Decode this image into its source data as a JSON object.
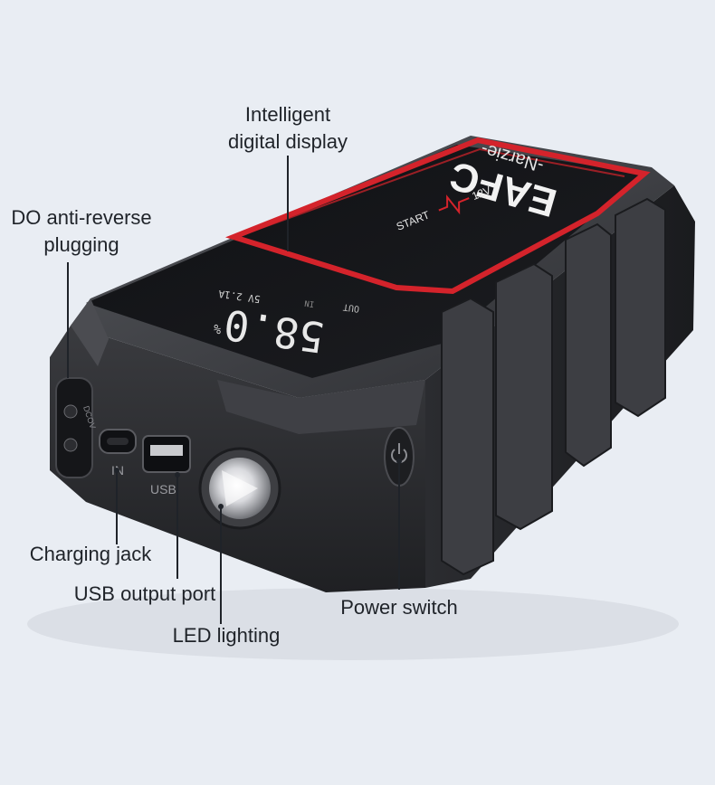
{
  "callouts": {
    "display": {
      "line1": "Intelligent",
      "line2": "digital display"
    },
    "do_port": {
      "line1": "DO anti-reverse",
      "line2": "plugging"
    },
    "charging": {
      "text": "Charging jack"
    },
    "usb": {
      "text": "USB output port"
    },
    "led": {
      "text": "LED lighting"
    },
    "power": {
      "text": "Power switch"
    }
  },
  "device": {
    "brand": "EAFC",
    "sub_brand": "-Narzie-",
    "lcd_value": "58.0",
    "lcd_unit": "%",
    "lcd_output": "5V 2.1A",
    "lcd_out_label": "OUT",
    "lcd_in_label": "IN",
    "start_label": "START",
    "voltage_label": "12V",
    "port_in_label": "IN",
    "port_usb_label": "USB",
    "do_port_label": "DCOV"
  },
  "colors": {
    "background": "#e9edf3",
    "shell": "#2a2b2e",
    "accent_red": "#d4232b",
    "lcd_text": "#e8e8e8"
  }
}
